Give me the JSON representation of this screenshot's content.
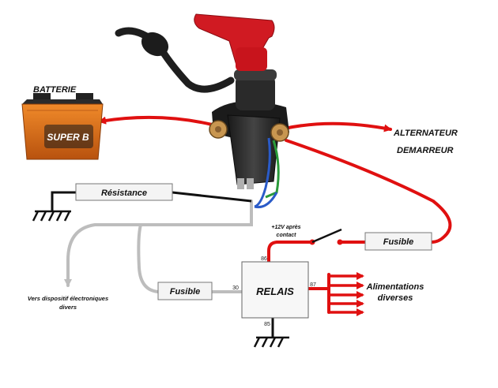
{
  "labels": {
    "batterie": "BATTERIE",
    "battery_brand": "SUPER B",
    "alternateur": "ALTERNATEUR",
    "demarreur": "DEMARREUR",
    "resistance": "Résistance",
    "fusible_top": "Fusible",
    "fusible_left": "Fusible",
    "relais": "RELAIS",
    "plus12v_line1": "+12V après",
    "plus12v_line2": "contact",
    "vers_line1": "Vers dispositif électroniques",
    "vers_line2": "divers",
    "alim_line1": "Alimentations",
    "alim_line2": "diverses",
    "pin86": "86",
    "pin30": "30",
    "pin87": "87",
    "pin85": "85"
  },
  "colors": {
    "power_wire": "#e01010",
    "ground_wire": "#111111",
    "signal_wire": "#bdbdbd",
    "green_wire": "#2a9a3a",
    "blue_wire": "#2a5bc8",
    "switch_key": "#d01a22",
    "switch_body": "#2a2a2a",
    "battery_orange": "#e2731c"
  }
}
